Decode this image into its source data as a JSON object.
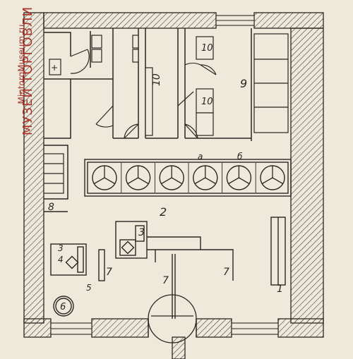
{
  "watermark": {
    "brand": "МУЗЕЙ ТОРГОВЛИ",
    "site": "MintorgMuseum.ru"
  },
  "labels": {
    "n10a": "10",
    "n10b": "10",
    "n10c": "10",
    "n9": "9",
    "n2": "2",
    "n8": "8",
    "n3a": "3",
    "n3b": "3",
    "n4": "4",
    "n5": "5",
    "n6": "6",
    "n7a": "7",
    "n7b": "7",
    "n7c": "7",
    "n1": "1",
    "la": "а",
    "lb": "б",
    "plus": "+"
  },
  "colors": {
    "ink": "#2a2622",
    "paper": "#efe9dc",
    "watermark": "#a8342c"
  }
}
